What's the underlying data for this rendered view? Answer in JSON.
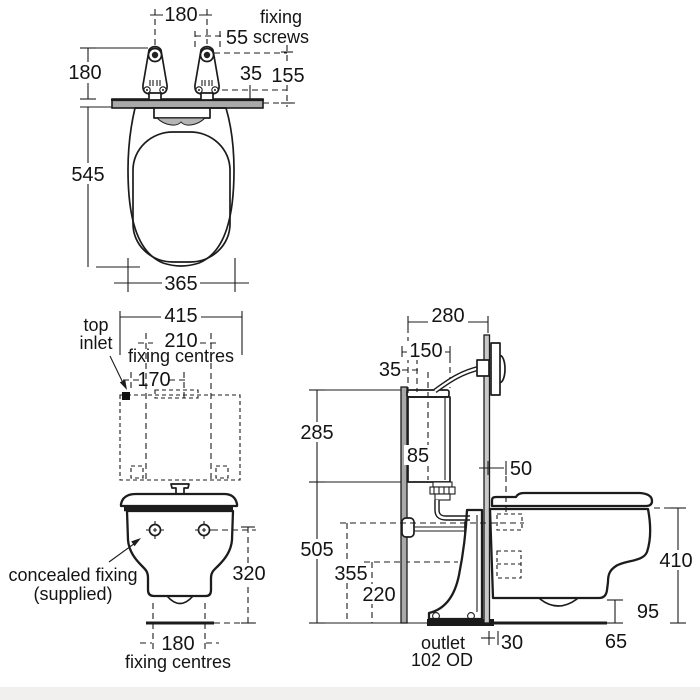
{
  "colors": {
    "line": "#1c1c1c",
    "metal_grey": "#a9a9a9",
    "panel_grey": "#c9c9c9",
    "shadow_grey": "#b5b5b5",
    "background": "#ffffff",
    "footer_band": "#f1f0ee"
  },
  "plan_view": {
    "dim_bracket_centres": "180",
    "dim_screw_span": "55",
    "fixing_screws_label_line1": "fixing",
    "fixing_screws_label_line2": "screws",
    "dim_bracket_height": "180",
    "dim_rail_offset": "35",
    "dim_screw_height": "155",
    "dim_pan_length": "545",
    "dim_pan_width": "365"
  },
  "front_view": {
    "top_inlet_label_line1": "top",
    "top_inlet_label_line2": "inlet",
    "dim_cistern_width": "415",
    "dim_cistern_fixing_centres": "210",
    "cistern_fixing_centres_label": "fixing centres",
    "dim_inlet_offset": "170",
    "concealed_fixing_label_line1": "concealed fixing",
    "concealed_fixing_label_line2": "(supplied)",
    "dim_fixing_height": "320",
    "dim_pan_fixing_centres": "180",
    "pan_fixing_centres_label": "fixing centres"
  },
  "side_view": {
    "dim_frame_depth": "280",
    "dim_flush_offset": "150",
    "dim_cistern_offset": "35",
    "dim_cistern_height": "285",
    "dim_cistern_depth": "85",
    "dim_fixing_inset": "50",
    "dim_cistern_base_height": "505",
    "dim_inlet_height": "355",
    "dim_outlet_height": "220",
    "dim_rim_height": "410",
    "dim_underside_clearance": "95",
    "dim_wall_gap": "30",
    "dim_outlet_offset": "65",
    "outlet_label_line1": "outlet",
    "outlet_label_line2": "102 OD"
  }
}
